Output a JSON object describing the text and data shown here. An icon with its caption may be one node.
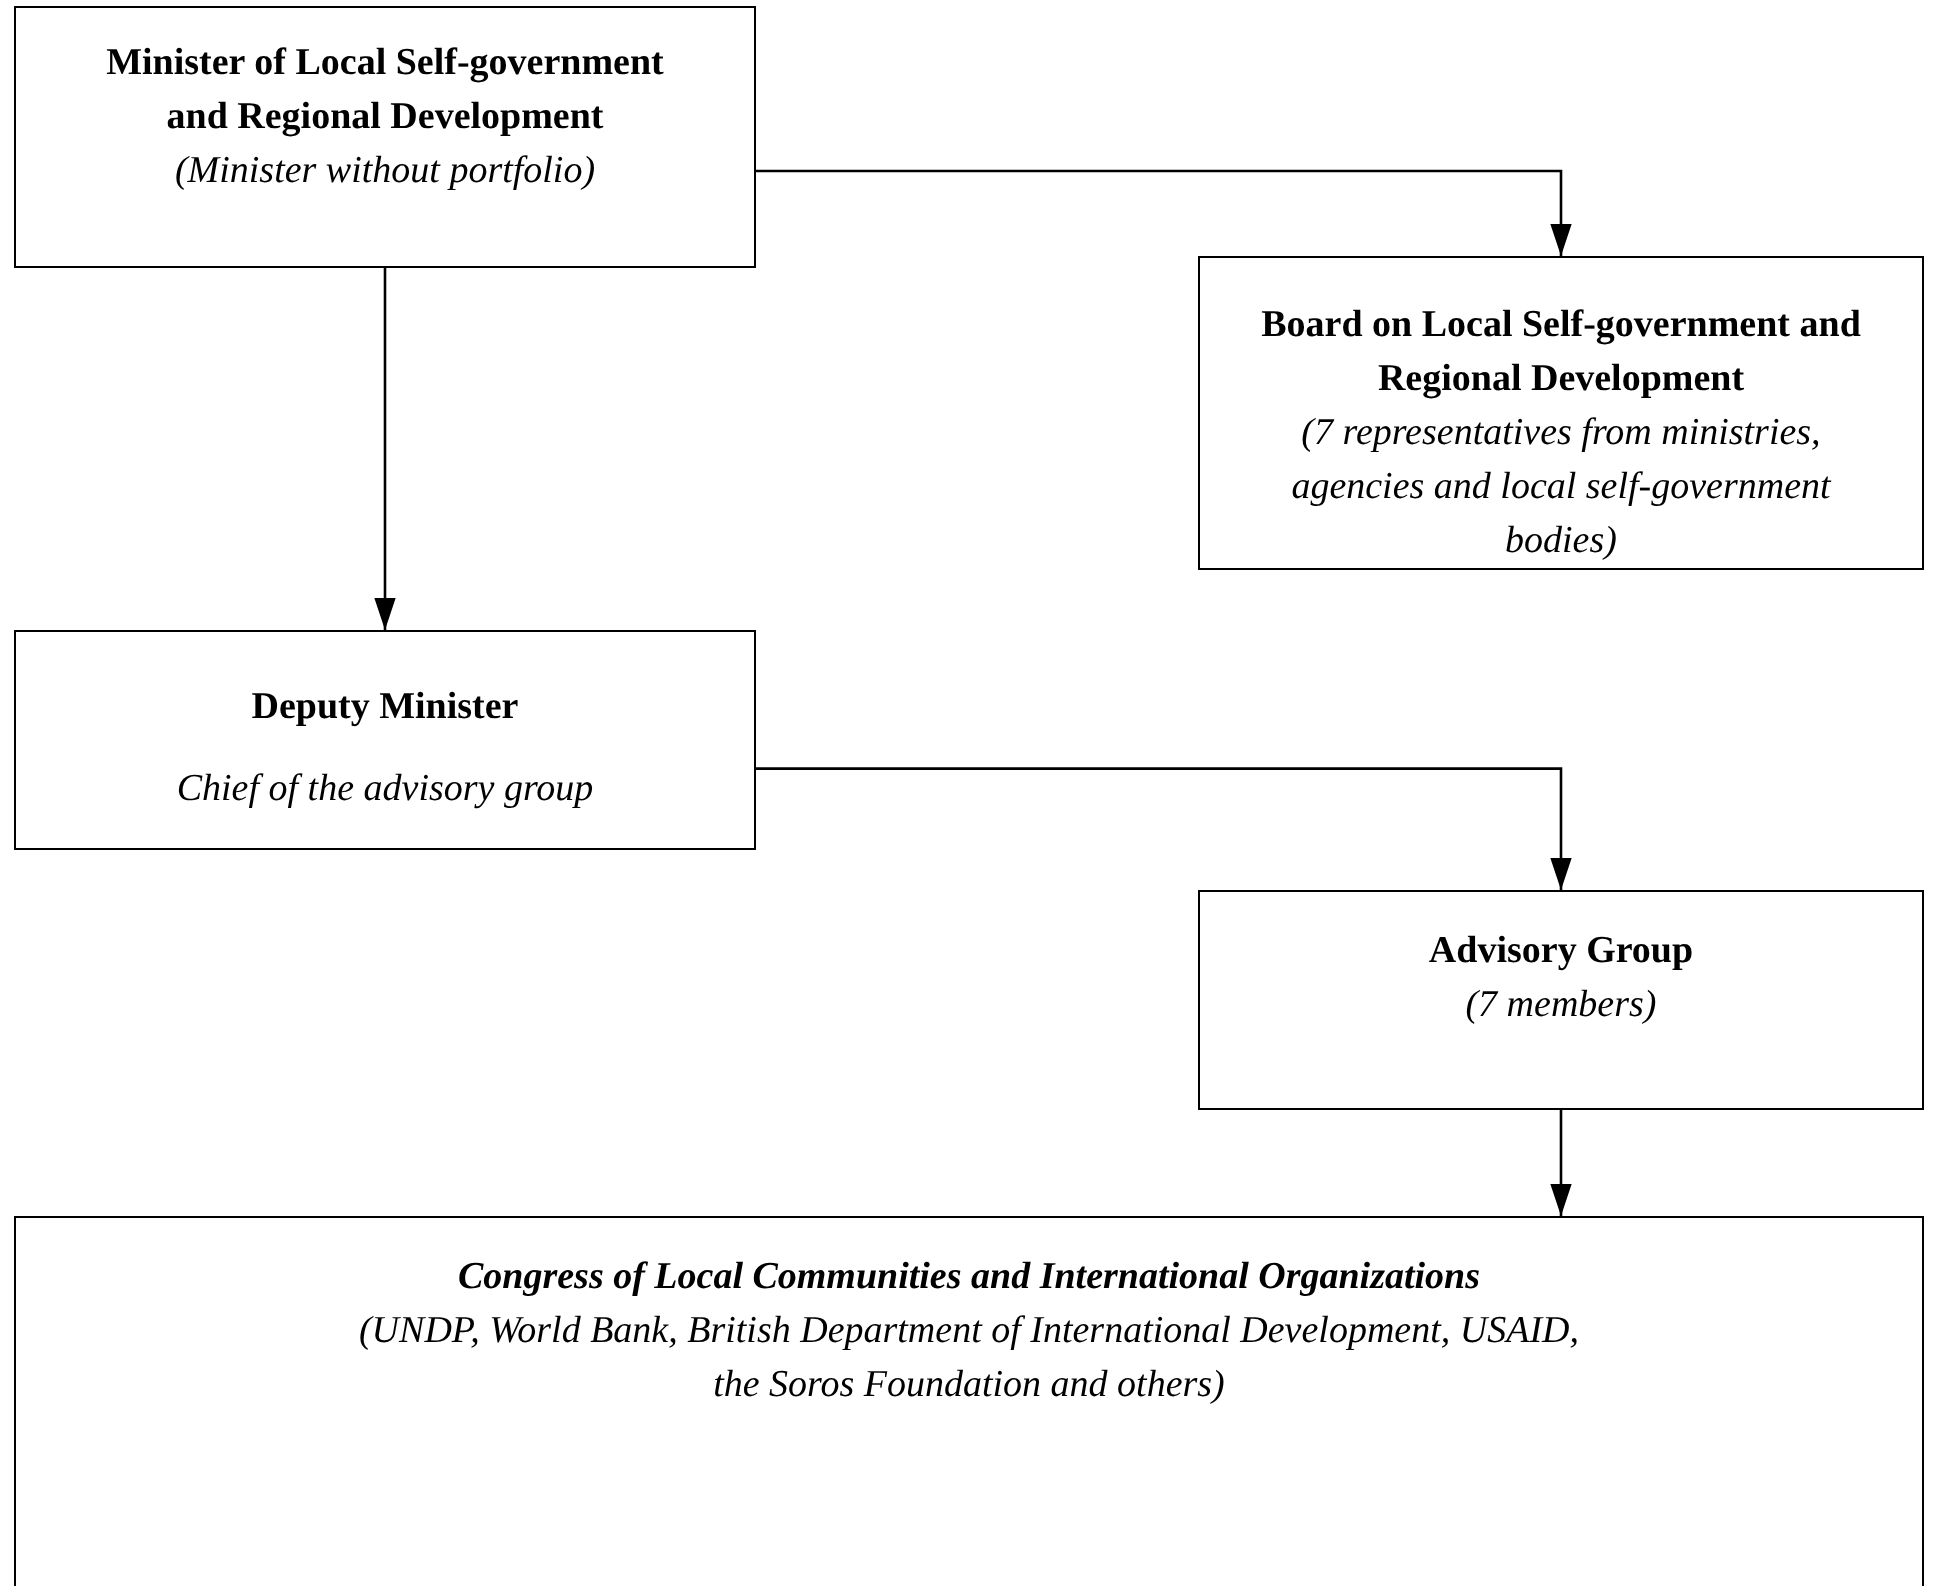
{
  "diagram": {
    "nodes": [
      {
        "text": [
          "Minister of Local Self-government and Regional Development",
          "(Minister without portfolio)"
        ]
      },
      {
        "text": [
          "Board on Local Self-government and Regional Development",
          "(7 representatives from ministries, agencies and local self-government bodies)"
        ]
      },
      {
        "text": [
          "Deputy Minister",
          "Chief of the advisory group"
        ]
      },
      {
        "text": [
          "Advisory Group",
          "(7 members)"
        ]
      },
      {
        "text": [
          "Congress of Local Communities and International Organizations",
          "(UNDP, World Bank, British Department of International Development, USAID, the Soros Foundation and others)"
        ]
      }
    ],
    "edges": [
      {
        "from": 0,
        "to": 1,
        "arrow": "to"
      },
      {
        "from": 0,
        "to": 2,
        "arrow": "to"
      },
      {
        "from": 2,
        "to": 3,
        "arrow": "to"
      },
      {
        "from": 3,
        "to": 4,
        "arrow": "to"
      }
    ]
  }
}
